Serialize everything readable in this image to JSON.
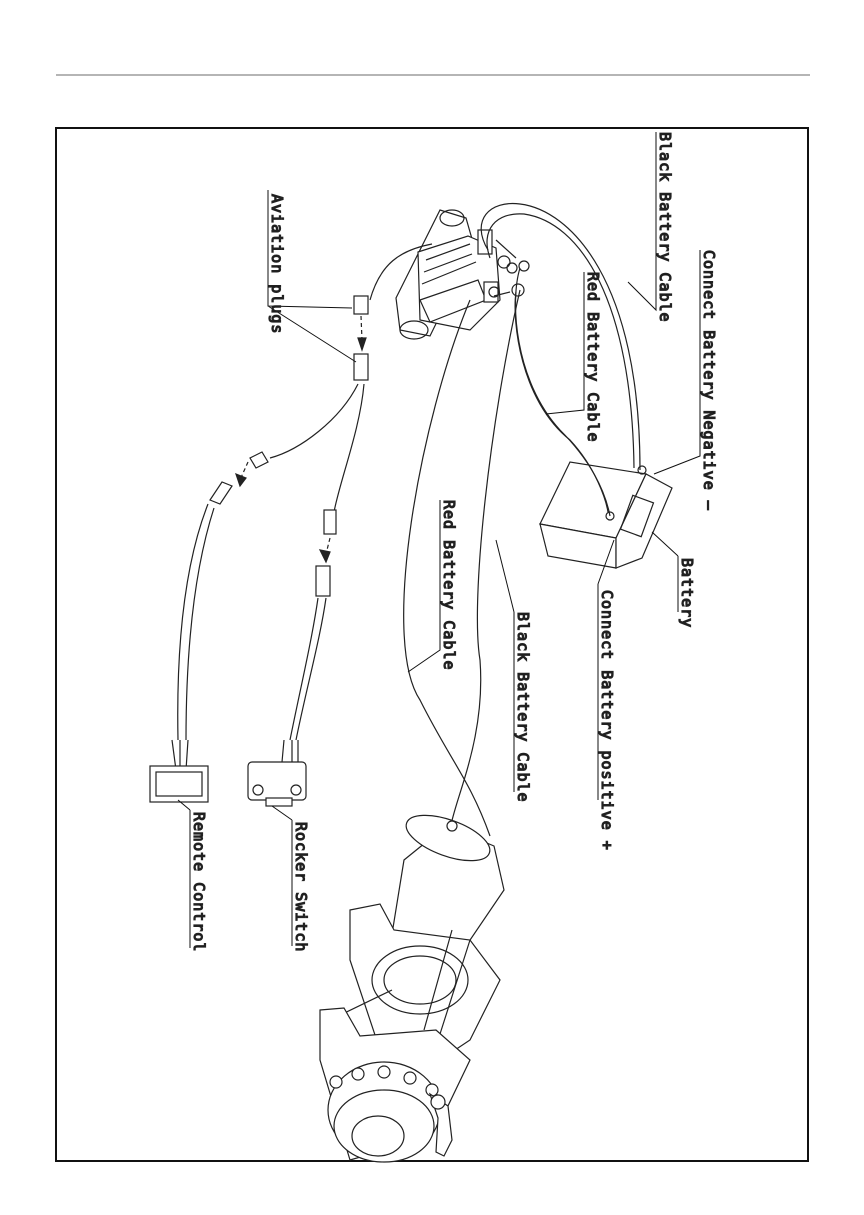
{
  "labels": {
    "black_battery_cable_top": "Black Battery Cable",
    "connect_battery_negative": "Connect Battery Negative –",
    "aviation_plugs": "Aviation plugs",
    "red_battery_cable_top": "Red Battery Cable",
    "battery": "Battery",
    "connect_battery_positive": "Connect Battery positive +",
    "red_battery_cable_mid": "Red Battery Cable",
    "black_battery_cable_mid": "Black Battery Cable",
    "remote_control": "Remote Control",
    "rocker_switch": "Rocker Switch"
  }
}
